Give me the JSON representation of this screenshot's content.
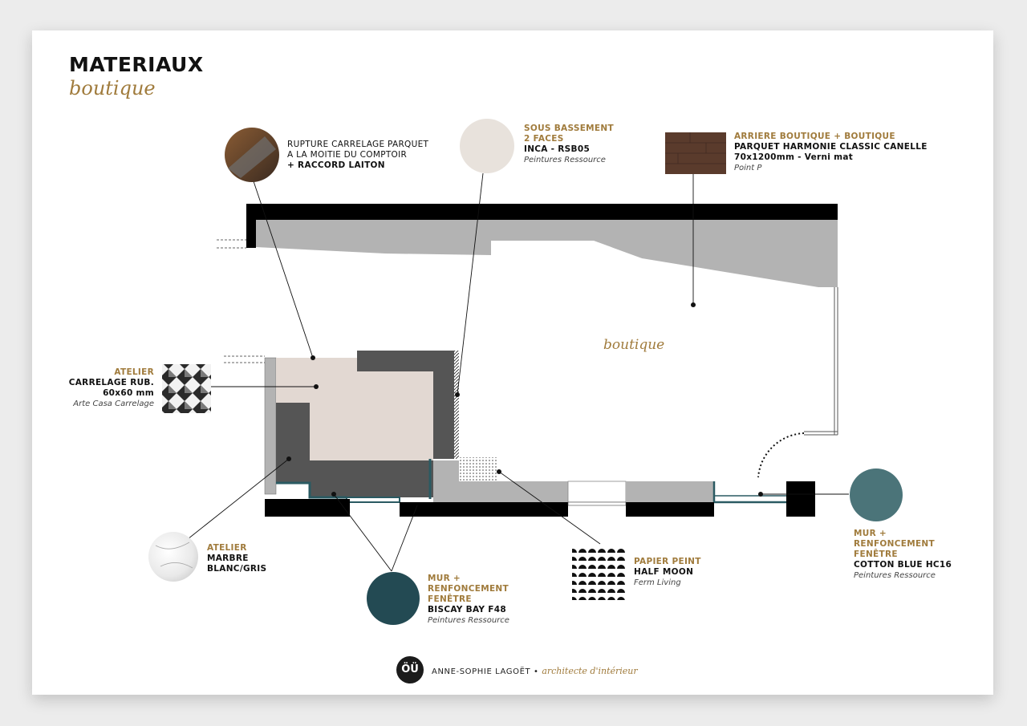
{
  "page": {
    "title": "MATERIAUX",
    "subtitle": "boutique"
  },
  "rooms": {
    "boutique": "boutique"
  },
  "callouts": {
    "rupture": {
      "line1": "RUPTURE CARRELAGE PARQUET",
      "line2": "A LA MOITIE DU COMPTOIR",
      "line3": "+ RACCORD LAITON"
    },
    "sous_bassement": {
      "heading1": "SOUS BASSEMENT",
      "heading2": "2 FACES",
      "product": "INCA - RSB05",
      "brand": "Peintures Ressource",
      "swatch_color": "#e8e2dc"
    },
    "arriere_boutique": {
      "heading": "ARRIERE BOUTIQUE + BOUTIQUE",
      "product": "PARQUET HARMONIE CLASSIC CANELLE",
      "spec": "70x1200mm - Verni mat",
      "brand": "Point P",
      "swatch_color": "#5a3b2c"
    },
    "atelier_carrelage": {
      "heading": "ATELIER",
      "product1": "CARRELAGE RUB.",
      "product2": "60x60 mm",
      "brand": "Arte Casa Carrelage"
    },
    "atelier_marbre": {
      "heading": "ATELIER",
      "product1": "MARBRE",
      "product2": "BLANC/GRIS"
    },
    "biscay_bay": {
      "heading1": "MUR +",
      "heading2": "RENFONCEMENT",
      "heading3": "FENÊTRE",
      "product": "BISCAY BAY F48",
      "brand": "Peintures Ressource",
      "swatch_color": "#234a53"
    },
    "papier_peint": {
      "heading": "PAPIER PEINT",
      "product": "HALF MOON",
      "brand": "Ferm Living"
    },
    "cotton_blue": {
      "heading1": "MUR +",
      "heading2": "RENFONCEMENT",
      "heading3": "FENÊTRE",
      "product": "COTTON BLUE HC16",
      "brand": "Peintures Ressource",
      "swatch_color": "#4b7479"
    }
  },
  "colors": {
    "accent": "#a07b3c",
    "wall": "#000000",
    "grey_floor": "#b3b3b3",
    "dark_counter": "#555555",
    "beige_tile": "#e2d8d2",
    "teal_wall": "#2a5a62"
  },
  "footer": {
    "logo": "ÖÜ",
    "name": "ANNE-SOPHIE LAGOËT",
    "separator": "•",
    "tagline": "architecte d'intérieur"
  }
}
